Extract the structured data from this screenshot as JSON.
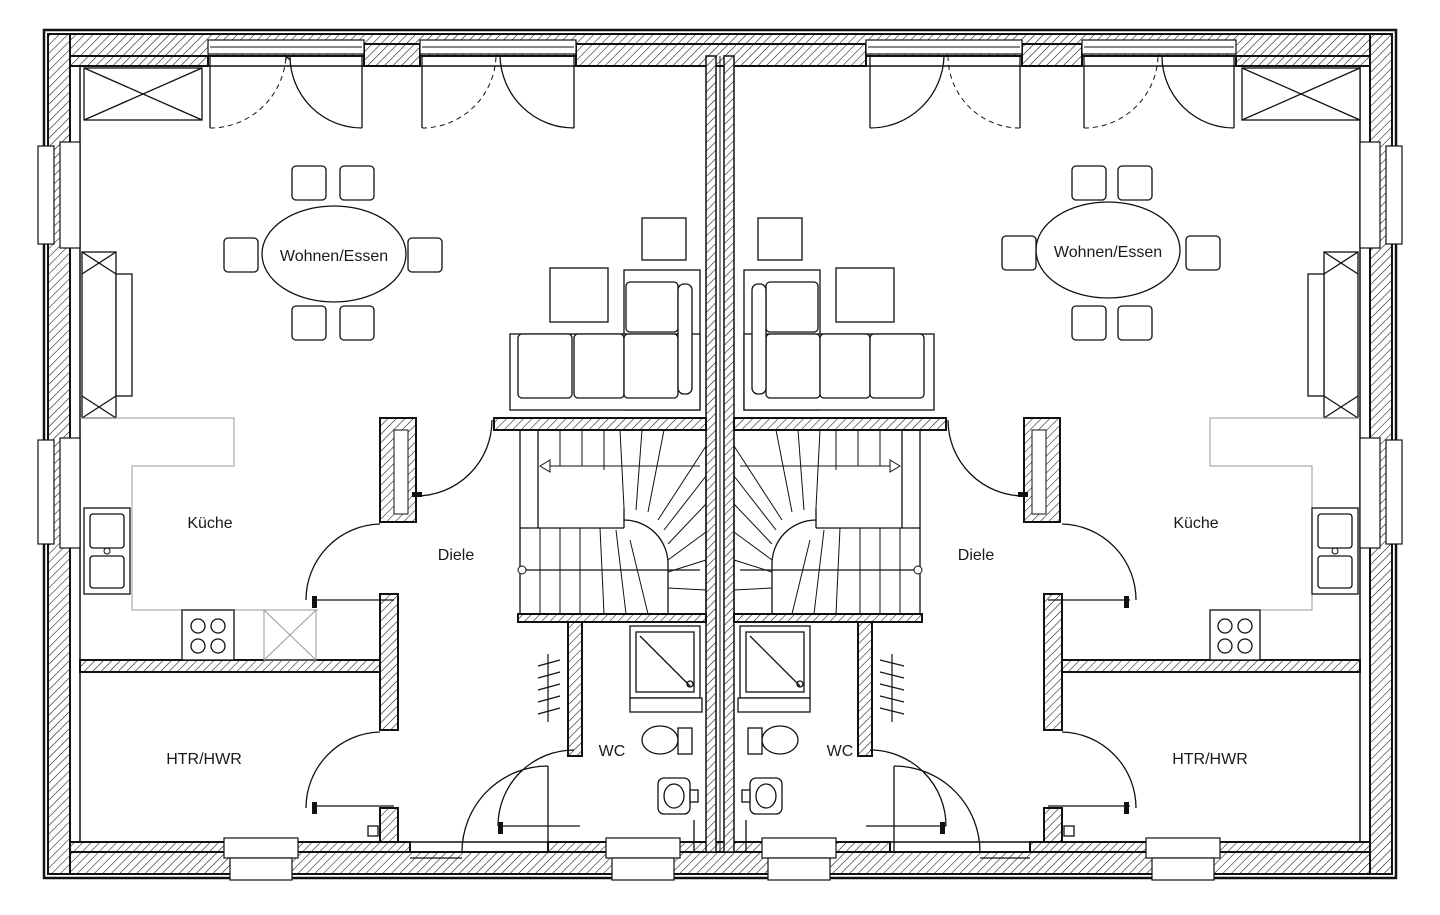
{
  "rooms": {
    "left_living": "Wohnen/Essen",
    "right_living": "Wohnen/Essen",
    "left_kitchen": "Küche",
    "right_kitchen": "Küche",
    "left_hall": "Diele",
    "right_hall": "Diele",
    "left_wc": "WC",
    "right_wc": "WC",
    "left_utility": "HTR/HWR",
    "right_utility": "HTR/HWR"
  }
}
